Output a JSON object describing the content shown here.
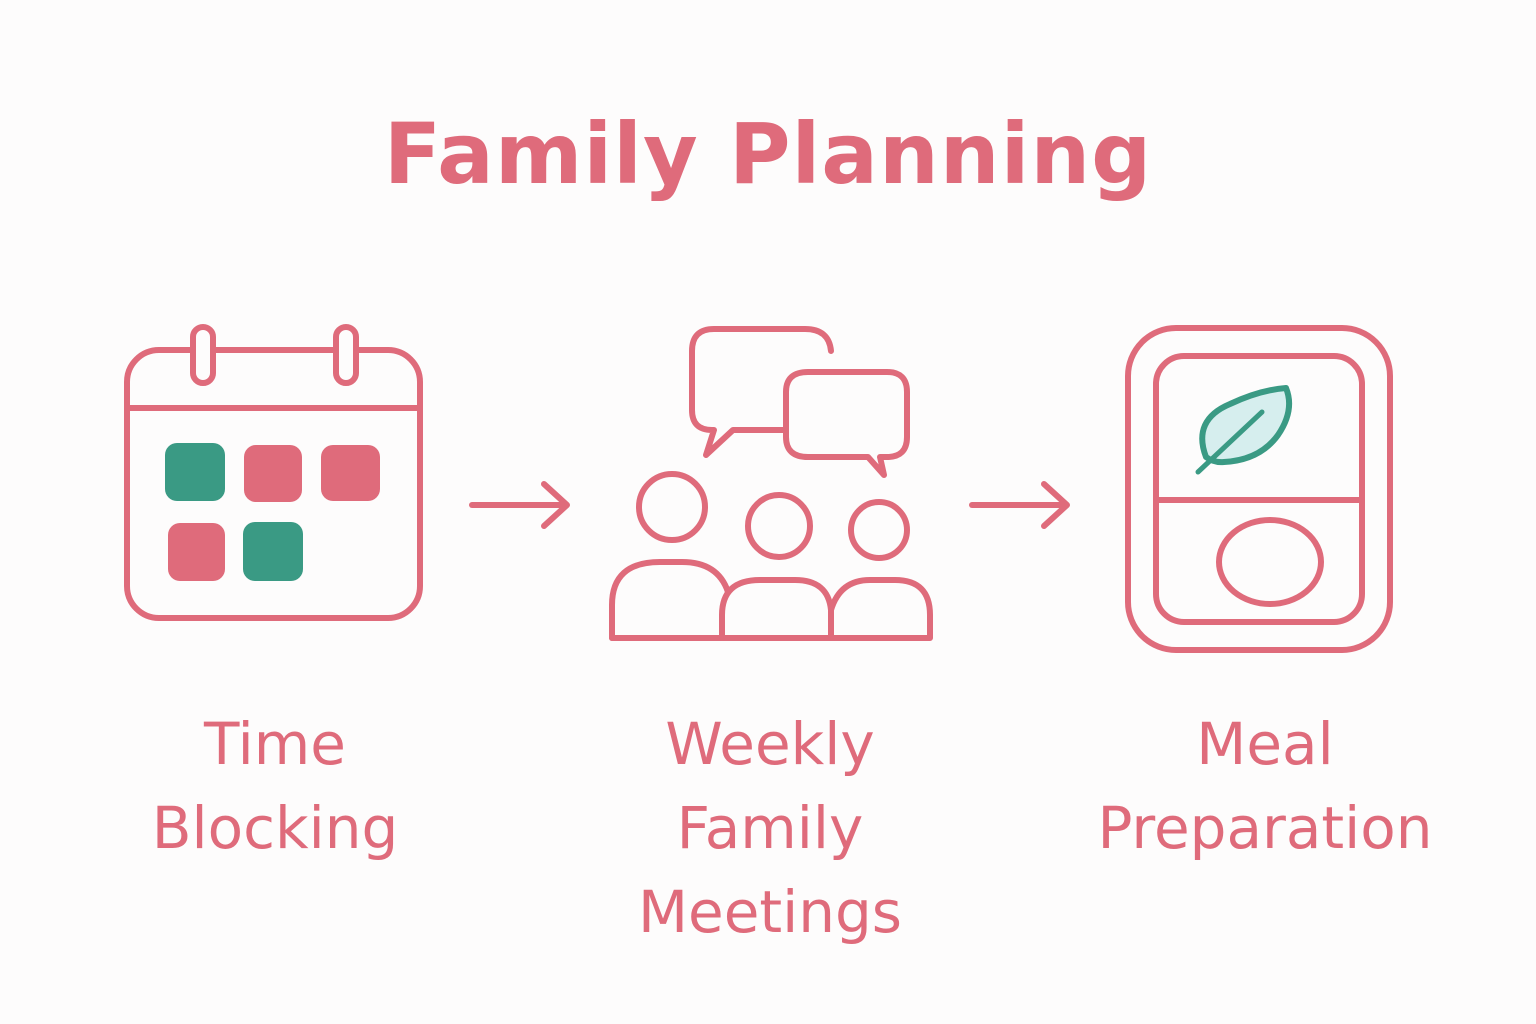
{
  "title": "Family Planning",
  "colors": {
    "primary": "#df6b7b",
    "accent": "#3a9a84",
    "leaf_fill": "#d6eeee",
    "background": "#fdfcfc"
  },
  "steps": [
    {
      "icon": "calendar-icon",
      "label_lines": [
        "Time",
        "Blocking"
      ]
    },
    {
      "icon": "family-meeting-icon",
      "label_lines": [
        "Weekly",
        "Family",
        "Meetings"
      ]
    },
    {
      "icon": "meal-prep-container-icon",
      "label_lines": [
        "Meal",
        "Preparation"
      ]
    }
  ],
  "connectors": [
    "arrow-right",
    "arrow-right"
  ]
}
